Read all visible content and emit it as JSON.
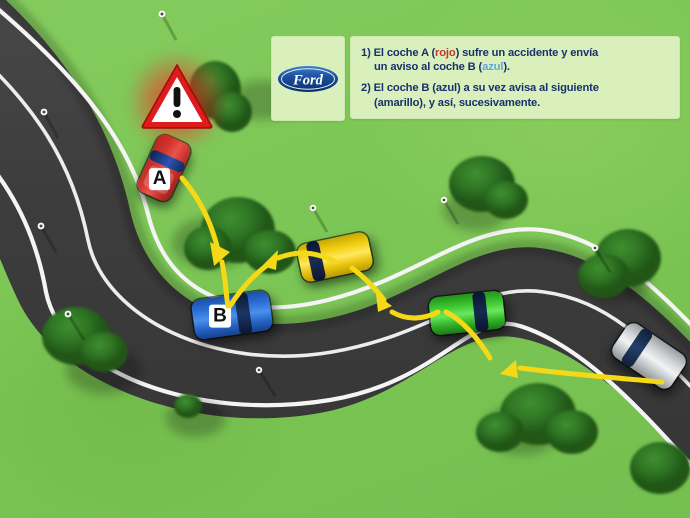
{
  "scene": {
    "title": "Ford V2V accident warning illustration",
    "grass_color": "#7cc655",
    "road_color": "#3f3f3f",
    "line_color": "#f2f2f2",
    "arrow_color": "#f5d916"
  },
  "brand": {
    "logo_name": "ford-logo",
    "logo_text": "Ford",
    "oval_color": "#1c4f9c"
  },
  "warning": {
    "icon_name": "warning-triangle-icon",
    "glyph": "!",
    "border_color": "#e01b1b",
    "fill_color": "#ffffff",
    "glow_color": "#ff1e1e"
  },
  "info": {
    "steps": [
      {
        "number": "1)",
        "line1_a": "El coche A (",
        "line1_red": "rojo",
        "line1_b": ") sufre un accidente y envía",
        "line2_a": "un aviso al coche B (",
        "line2_blue": "azul",
        "line2_b": ")."
      },
      {
        "number": "2)",
        "line1": "El coche B (azul) a su vez avisa al siguiente",
        "line2": "(amarillo), y así, sucesivamente."
      }
    ],
    "text_color": "#18306b",
    "panel_color": "#d9f0bd"
  },
  "cars": [
    {
      "id": "car-a",
      "label": "A",
      "color": "#d0352f",
      "color_dark": "#8e1f1b",
      "glass": "#1d3f8f",
      "name": "red-car-a"
    },
    {
      "id": "car-b",
      "label": "B",
      "color": "#2a6fd4",
      "color_dark": "#17418c",
      "glass": "#10234d",
      "name": "blue-car-b"
    },
    {
      "id": "car-c",
      "label": "",
      "color": "#f2cf12",
      "color_dark": "#b99a05",
      "glass": "#15213f",
      "name": "yellow-car"
    },
    {
      "id": "car-d",
      "label": "",
      "color": "#3ec431",
      "color_dark": "#1f8a18",
      "glass": "#102040",
      "name": "green-car"
    },
    {
      "id": "car-e",
      "label": "",
      "color": "#cfd2d4",
      "color_dark": "#8e9295",
      "glass": "#1b3350",
      "name": "silver-car"
    }
  ],
  "arrows": [
    {
      "name": "arrow-a-to-b",
      "from": "car-a",
      "to": "car-b"
    },
    {
      "name": "arrow-b-to-c",
      "from": "car-b",
      "to": "car-c"
    },
    {
      "name": "arrow-c-to-d",
      "from": "car-c",
      "to": "car-d"
    },
    {
      "name": "arrow-d-to-e",
      "from": "car-d",
      "to": "car-e"
    }
  ]
}
